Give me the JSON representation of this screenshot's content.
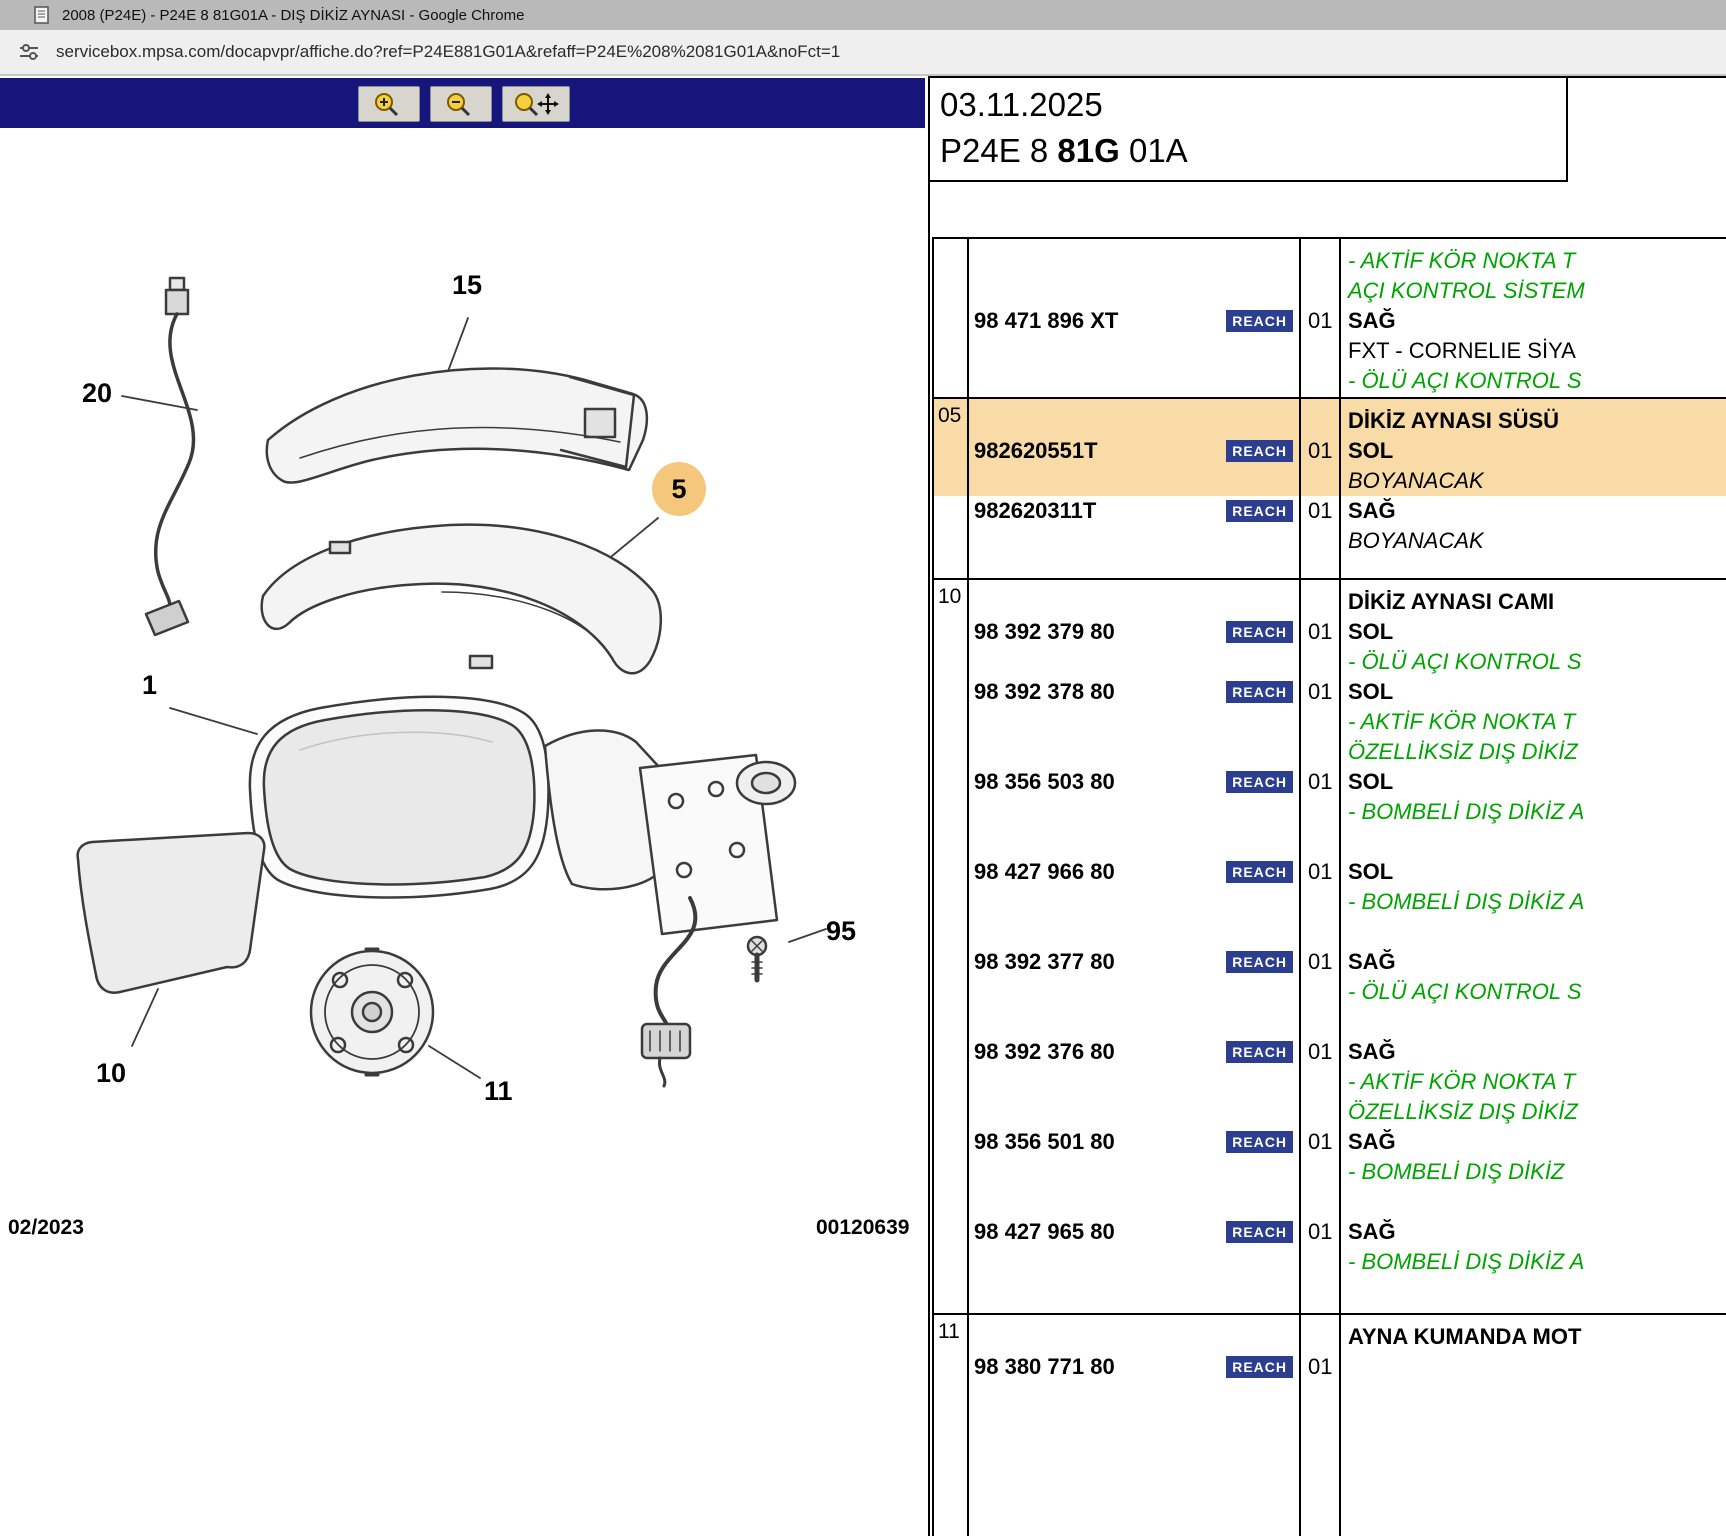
{
  "window": {
    "title": "2008 (P24E) - P24E 8 81G01A - DIŞ DİKİZ AYNASI - Google Chrome",
    "url": "servicebox.mpsa.com/docapvpr/affiche.do?ref=P24E881G01A&refaff=P24E%208%2081G01A&noFct=1"
  },
  "toolbar": {
    "zoom_in": "zoom-in",
    "zoom_out": "zoom-out",
    "zoom_pan": "zoom-and-pan"
  },
  "diagram": {
    "issue_date": "02/2023",
    "drawing_number": "00120639",
    "callouts": [
      {
        "label": "15",
        "highlighted": false
      },
      {
        "label": "20",
        "highlighted": false
      },
      {
        "label": "5",
        "highlighted": true
      },
      {
        "label": "1",
        "highlighted": false
      },
      {
        "label": "10",
        "highlighted": false
      },
      {
        "label": "11",
        "highlighted": false
      },
      {
        "label": "95",
        "highlighted": false
      }
    ]
  },
  "parts": {
    "date": "03.11.2025",
    "reference": {
      "prefix": "P24E 8 ",
      "bold": "81G",
      "suffix": " 01A"
    },
    "reach_label": "REACH",
    "groups": [
      {
        "index": "",
        "lines": [
          {
            "kind": "note",
            "style": "green",
            "text": "- AKTİF KÖR NOKTA T"
          },
          {
            "kind": "note",
            "style": "green",
            "text": "AÇI KONTROL SİSTEM"
          },
          {
            "kind": "part",
            "part": "98 471 896 XT",
            "qty": "01",
            "side": "SAĞ"
          },
          {
            "kind": "note",
            "style": "plain",
            "text": "FXT - CORNELIE SİYA"
          },
          {
            "kind": "note",
            "style": "green",
            "text": "- ÖLÜ AÇI KONTROL S"
          }
        ]
      },
      {
        "index": "05",
        "lines": [
          {
            "kind": "header",
            "text": "DİKİZ AYNASI SÜSÜ",
            "hl": true
          },
          {
            "kind": "part",
            "part": "982620551T",
            "qty": "01",
            "side": "SOL",
            "hl": true
          },
          {
            "kind": "note",
            "style": "italic",
            "text": "BOYANACAK",
            "hl": true
          },
          {
            "kind": "part",
            "part": "982620311T",
            "qty": "01",
            "side": "SAĞ"
          },
          {
            "kind": "note",
            "style": "italic",
            "text": "BOYANACAK"
          }
        ]
      },
      {
        "index": "10",
        "lines": [
          {
            "kind": "header",
            "text": "DİKİZ AYNASI CAMI"
          },
          {
            "kind": "part",
            "part": "98 392 379 80",
            "qty": "01",
            "side": "SOL"
          },
          {
            "kind": "note",
            "style": "green",
            "text": "- ÖLÜ AÇI KONTROL S"
          },
          {
            "kind": "part",
            "part": "98 392 378 80",
            "qty": "01",
            "side": "SOL"
          },
          {
            "kind": "note",
            "style": "green",
            "text": "- AKTİF KÖR NOKTA T"
          },
          {
            "kind": "note",
            "style": "green",
            "text": "ÖZELLİKSİZ DIŞ DİKİZ"
          },
          {
            "kind": "part",
            "part": "98 356 503 80",
            "qty": "01",
            "side": "SOL"
          },
          {
            "kind": "note",
            "style": "green",
            "text": "- BOMBELİ DIŞ DİKİZ A",
            "gap_after": true
          },
          {
            "kind": "part",
            "part": "98 427 966 80",
            "qty": "01",
            "side": "SOL"
          },
          {
            "kind": "note",
            "style": "green",
            "text": "- BOMBELİ DIŞ DİKİZ A",
            "gap_after": true
          },
          {
            "kind": "part",
            "part": "98 392 377 80",
            "qty": "01",
            "side": "SAĞ"
          },
          {
            "kind": "note",
            "style": "green",
            "text": "- ÖLÜ AÇI KONTROL S",
            "gap_after": true
          },
          {
            "kind": "part",
            "part": "98 392 376 80",
            "qty": "01",
            "side": "SAĞ"
          },
          {
            "kind": "note",
            "style": "green",
            "text": "- AKTİF KÖR NOKTA T"
          },
          {
            "kind": "note",
            "style": "green",
            "text": "ÖZELLİKSİZ DIŞ DİKİZ"
          },
          {
            "kind": "part",
            "part": "98 356 501 80",
            "qty": "01",
            "side": "SAĞ"
          },
          {
            "kind": "note",
            "style": "green",
            "text": "- BOMBELİ DIŞ DİKİZ",
            "gap_after": true
          },
          {
            "kind": "part",
            "part": "98 427 965 80",
            "qty": "01",
            "side": "SAĞ"
          },
          {
            "kind": "note",
            "style": "green",
            "text": "- BOMBELİ DIŞ DİKİZ A"
          }
        ]
      },
      {
        "index": "11",
        "lines": [
          {
            "kind": "header",
            "text": "AYNA KUMANDA MOT"
          },
          {
            "kind": "part",
            "part": "98 380 771 80",
            "qty": "01",
            "side": ""
          }
        ]
      }
    ]
  },
  "colors": {
    "toolbar_navy": "#15157b",
    "reach_badge": "#2c3e8f",
    "highlight_row": "#f8dba6",
    "note_green": "#00a400",
    "callout_circle": "#f5c77d",
    "titlebar_gray": "#b9b9b9"
  }
}
